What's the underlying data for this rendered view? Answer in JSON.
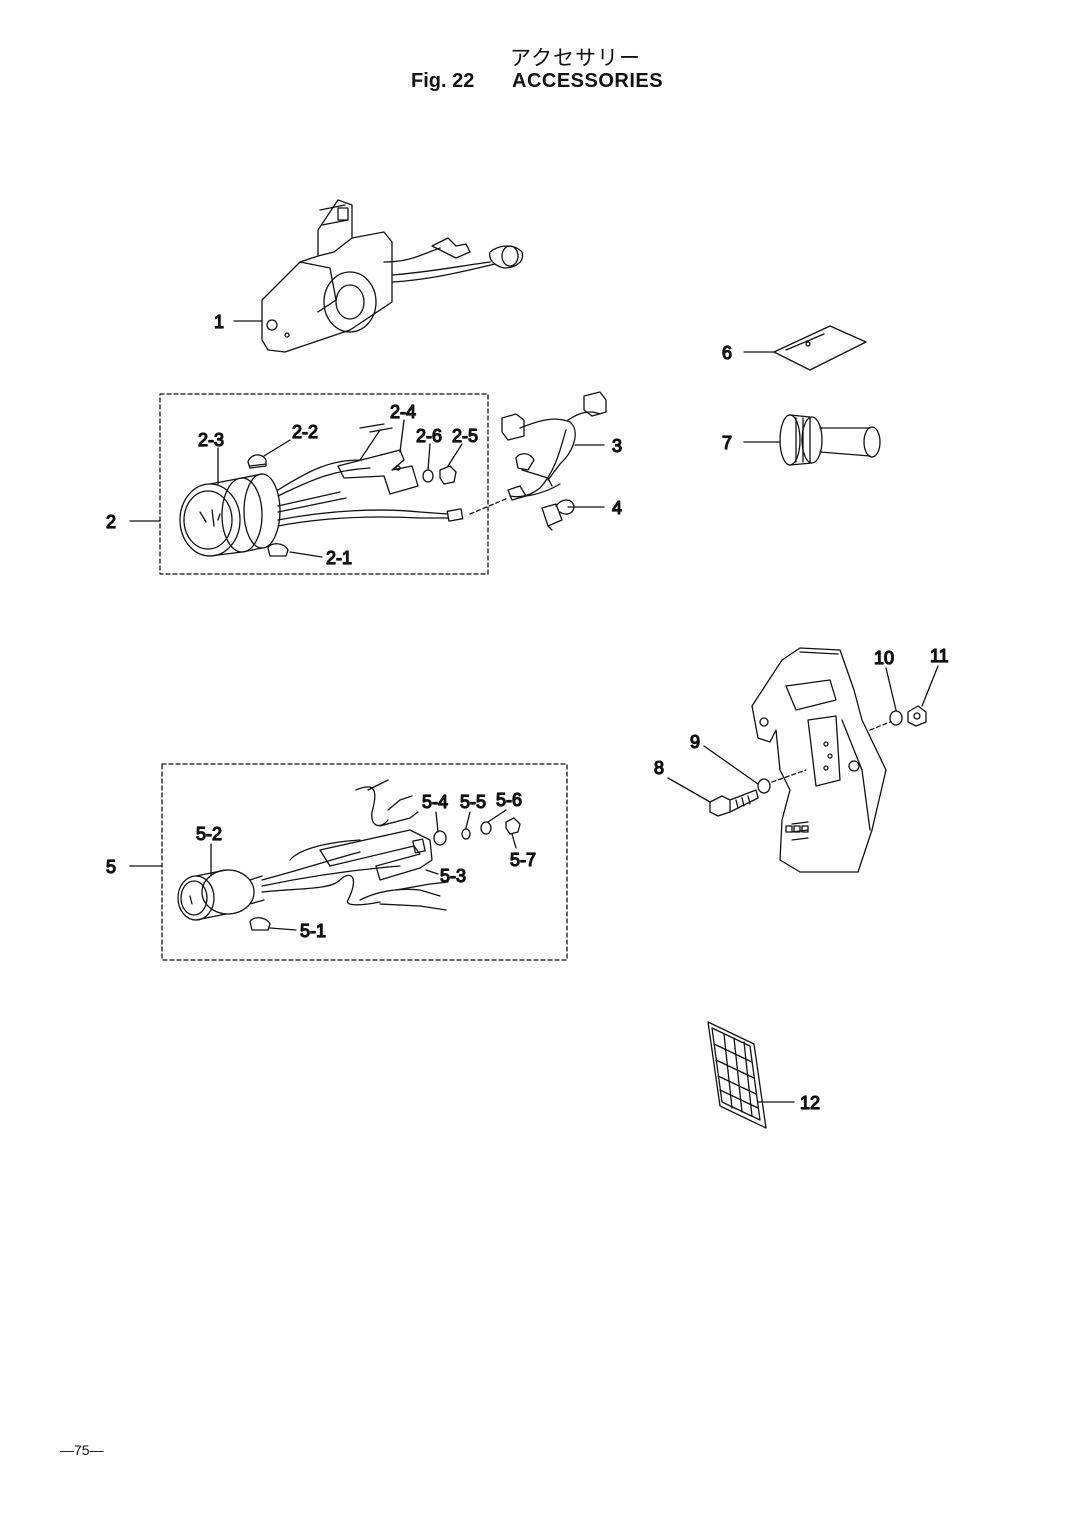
{
  "header": {
    "title_jp": "アクセサリー",
    "figure_number": "Fig. 22",
    "title": "ACCESSORIES"
  },
  "callouts": {
    "c1": "1",
    "c2": "2",
    "c2_1": "2-1",
    "c2_2": "2-2",
    "c2_3": "2-3",
    "c2_4": "2-4",
    "c2_5": "2-5",
    "c2_6": "2-6",
    "c3": "3",
    "c4": "4",
    "c5": "5",
    "c5_1": "5-1",
    "c5_2": "5-2",
    "c5_3": "5-3",
    "c5_4": "5-4",
    "c5_5": "5-5",
    "c5_6": "5-6",
    "c5_7": "5-7",
    "c6": "6",
    "c7": "7",
    "c8": "8",
    "c9": "9",
    "c10": "10",
    "c11": "11",
    "c12": "12"
  },
  "footer": {
    "page_number": "—75—"
  }
}
